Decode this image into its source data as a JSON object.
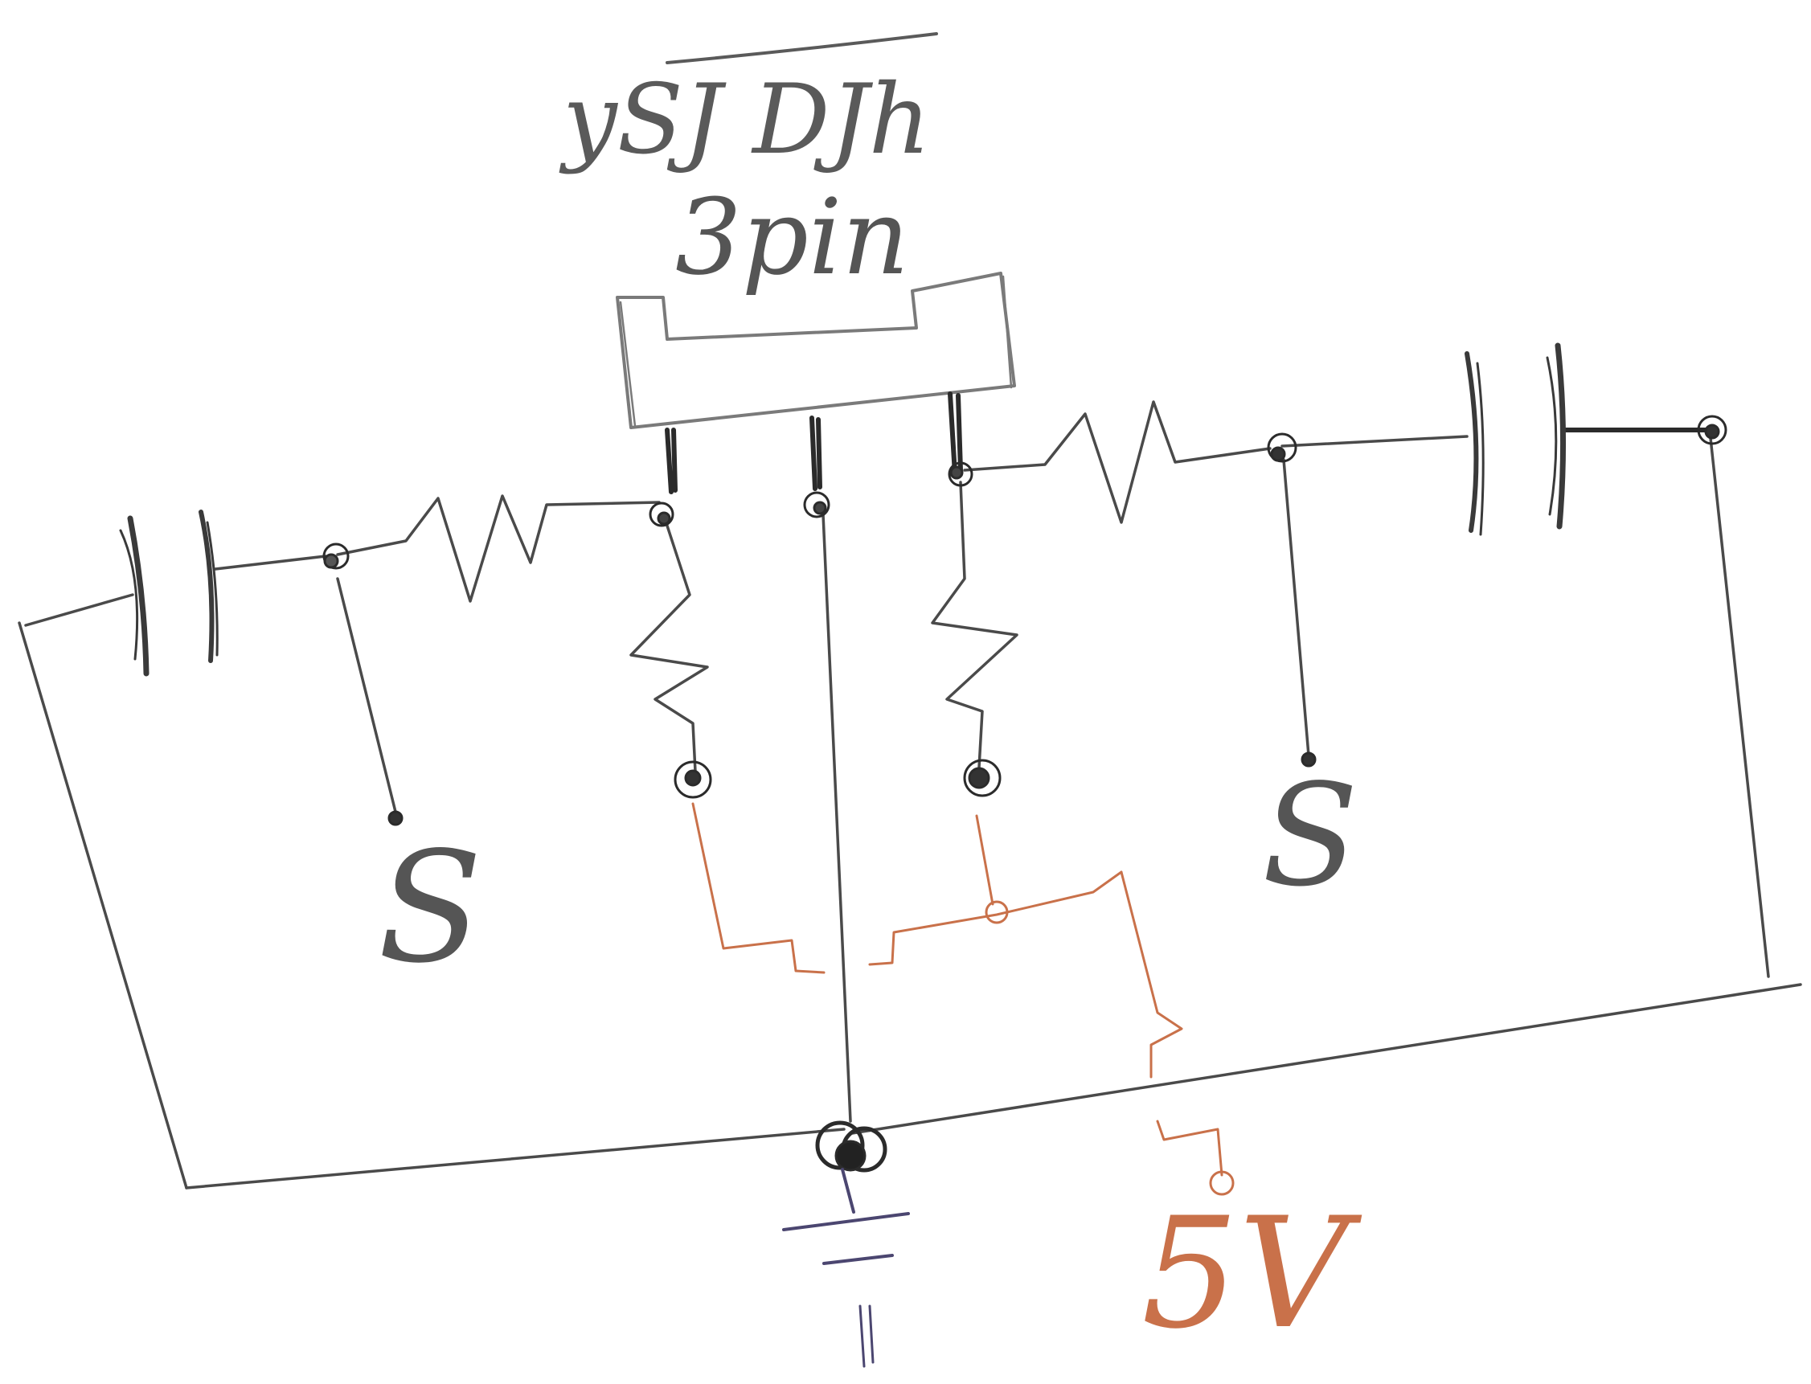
{
  "labels": {
    "connector_name": "ySJ  DJh",
    "connector_pins": "3pin",
    "left_signal": "S",
    "right_signal": "S",
    "supply": "5V"
  },
  "colors": {
    "pencil": "#4a4a4a",
    "pencil_dark": "#2b2b2b",
    "supply_wire": "#c9714a",
    "ground_symbol": "#4b4670",
    "background": "#ffffff"
  }
}
